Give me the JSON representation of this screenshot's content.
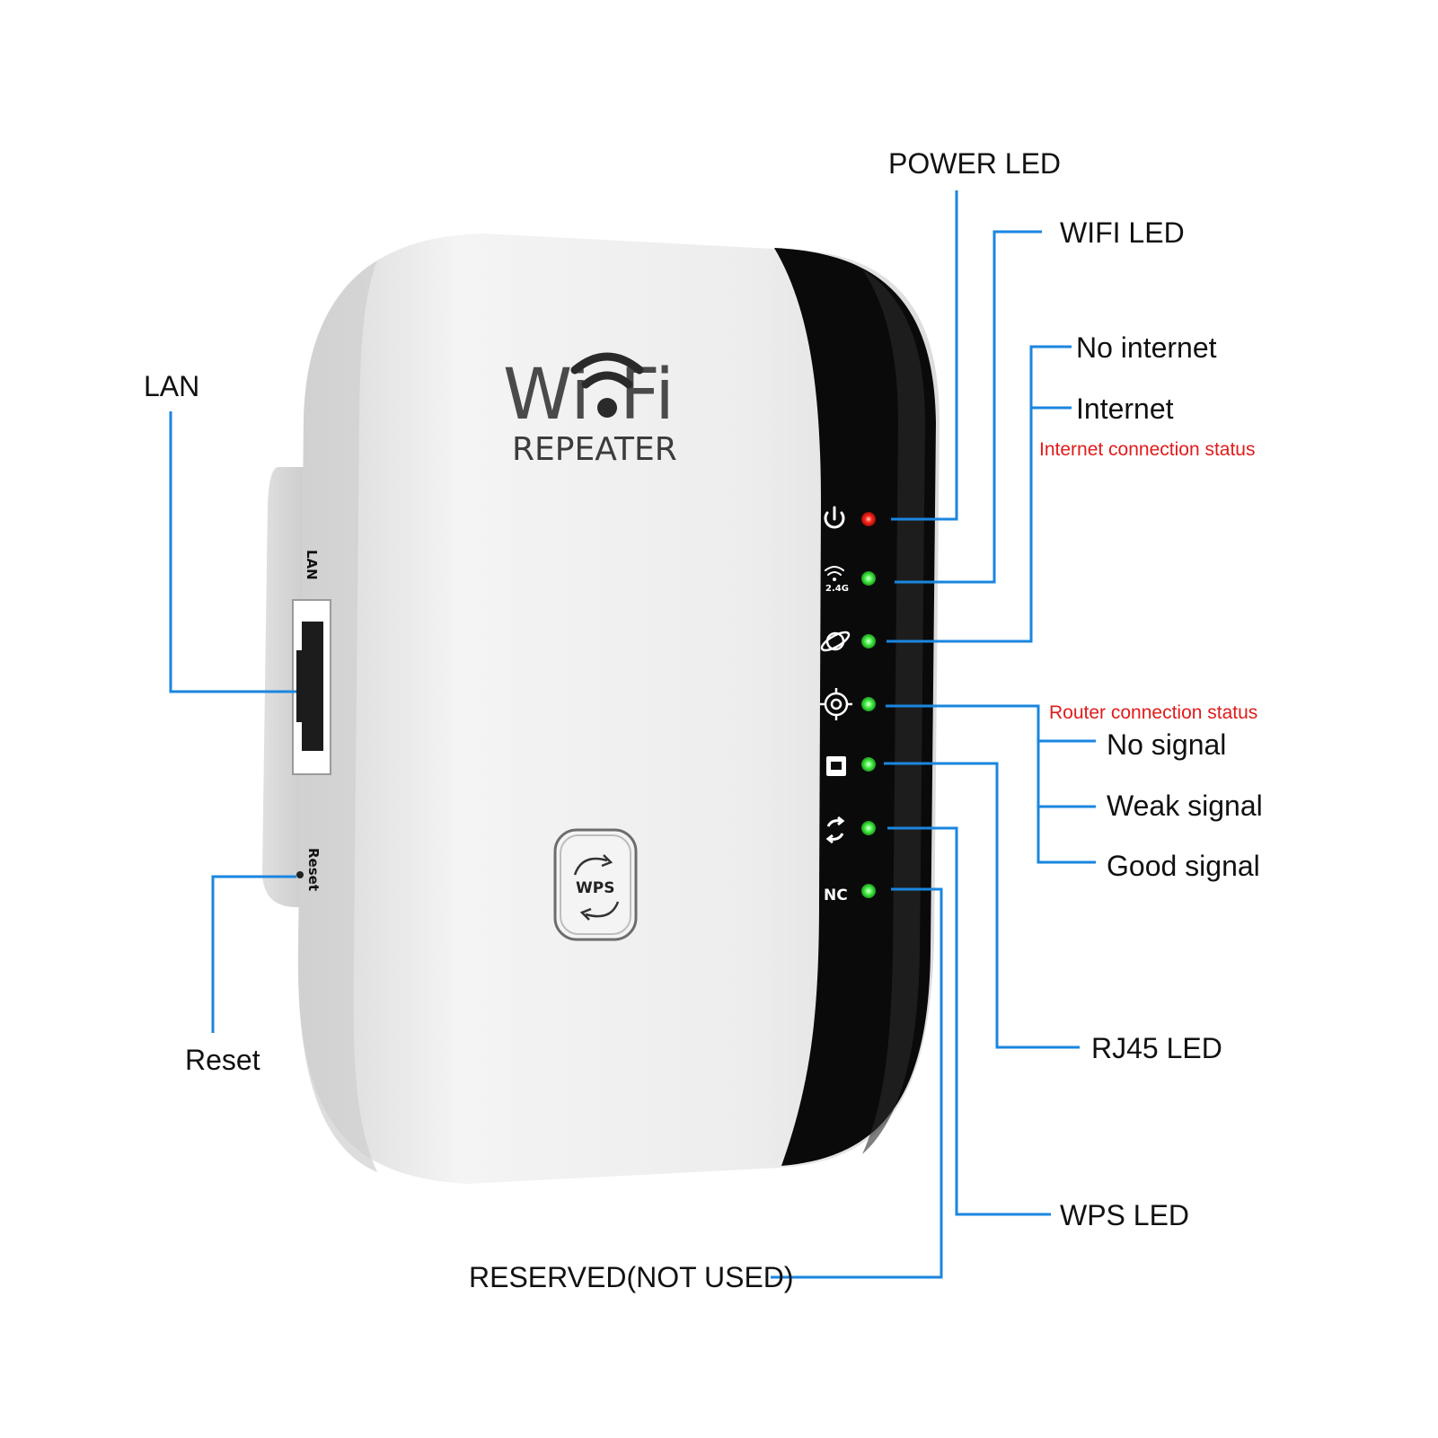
{
  "device": {
    "brand_left": "Wi",
    "brand_right": "Fi",
    "model": "REPEATER",
    "wps_button_label": "WPS",
    "lan_port_label": "LAN",
    "reset_hole_label": "Reset",
    "wifi_band_label": "2.4G",
    "nc_label": "NC"
  },
  "leds": [
    {
      "icon": "power-icon",
      "color": "#ff2a1a"
    },
    {
      "icon": "wifi-icon",
      "color": "#3df23d"
    },
    {
      "icon": "internet-globe-icon",
      "color": "#3df23d"
    },
    {
      "icon": "router-signal-icon",
      "color": "#3df23d"
    },
    {
      "icon": "rj45-port-icon",
      "color": "#3df23d"
    },
    {
      "icon": "wps-sync-icon",
      "color": "#3df23d"
    },
    {
      "icon": "nc-icon",
      "color": "#3df23d"
    }
  ],
  "callouts": {
    "power_led": "POWER LED",
    "wifi_led": "WIFI LED",
    "no_internet": "No internet",
    "internet": "Internet",
    "internet_status_note": "Internet connection status",
    "router_status_note": "Router connection status",
    "no_signal": "No signal",
    "weak_signal": "Weak signal",
    "good_signal": "Good signal",
    "rj45_led": "RJ45 LED",
    "wps_led": "WPS LED",
    "reserved": "RESERVED(NOT USED)",
    "lan": "LAN",
    "reset": "Reset"
  },
  "colors": {
    "leader_line": "#1a86e0",
    "note_text": "#e11b1b",
    "device_white": "#eeeeee",
    "device_black": "#0a0a0a"
  }
}
